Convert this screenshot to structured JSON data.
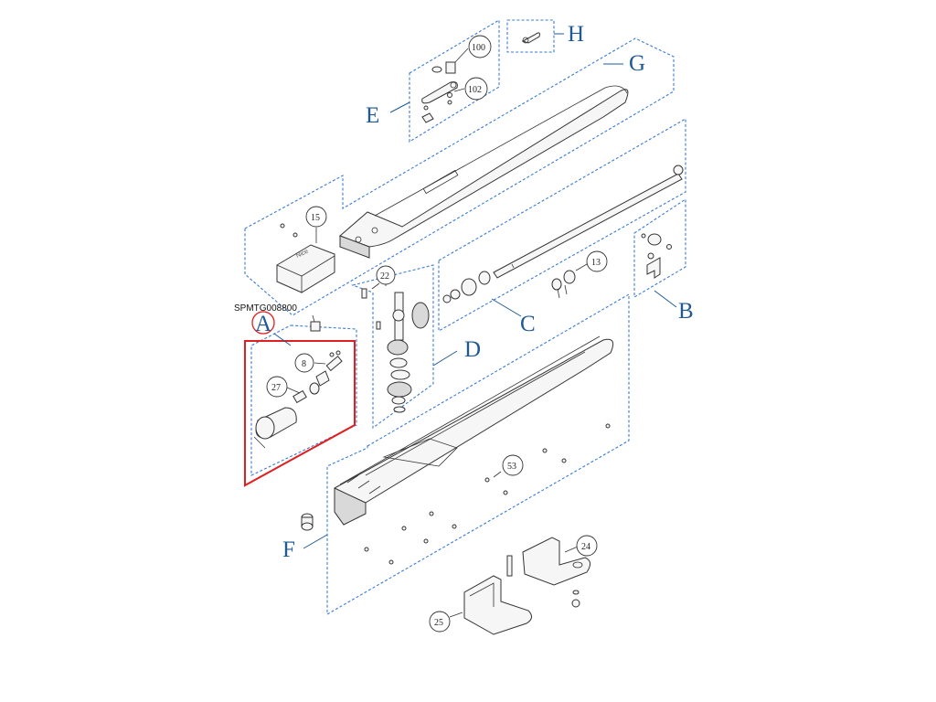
{
  "diagram_code": "SPMTG008800",
  "colors": {
    "group_label": "#1f5a94",
    "dashed_frame": "#3a7bd5",
    "highlight_frame": "#e02020"
  },
  "groups": {
    "A": "A",
    "B": "B",
    "C": "C",
    "D": "D",
    "E": "E",
    "F": "F",
    "G": "G",
    "H": "H"
  },
  "callouts": {
    "p100": "100",
    "p102": "102",
    "p15": "15",
    "p22": "22",
    "p13": "13",
    "p8": "8",
    "p27": "27",
    "p53": "53",
    "p24": "24",
    "p25": "25"
  }
}
